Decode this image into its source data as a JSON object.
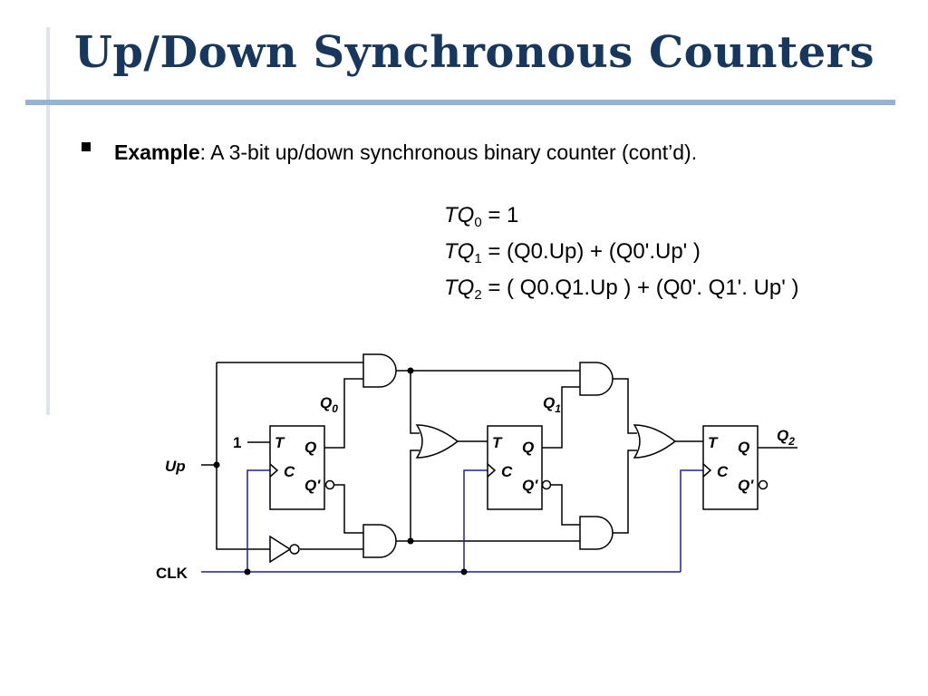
{
  "title": "Up/Down Synchronous Counters",
  "bullet": {
    "label": "Example",
    "text": ":  A 3-bit up/down synchronous binary counter (cont’d)."
  },
  "equations": {
    "tq0": {
      "lhs": "TQ",
      "lhs_sub": "0",
      "rhs": " = 1"
    },
    "tq1": {
      "lhs": "TQ",
      "lhs_sub": "1",
      "rhs": " = (Q0.Up) + (Q0'.Up' )"
    },
    "tq2": {
      "lhs": "TQ",
      "lhs_sub": "2",
      "rhs": " = ( Q0.Q1.Up ) + (Q0'. Q1'. Up' )"
    }
  },
  "circuit": {
    "signals": {
      "up": "Up",
      "clk": "CLK",
      "one": "1"
    },
    "outputs": {
      "q0": "Q",
      "q0_sub": "0",
      "q1": "Q",
      "q1_sub": "1",
      "q2": "Q",
      "q2_sub": "2"
    },
    "flipflop": {
      "t": "T",
      "c": "C",
      "q": "Q",
      "qbar": "Q'"
    },
    "colors": {
      "clock_wire": "#1f1f9e",
      "wire": "#000000"
    }
  }
}
